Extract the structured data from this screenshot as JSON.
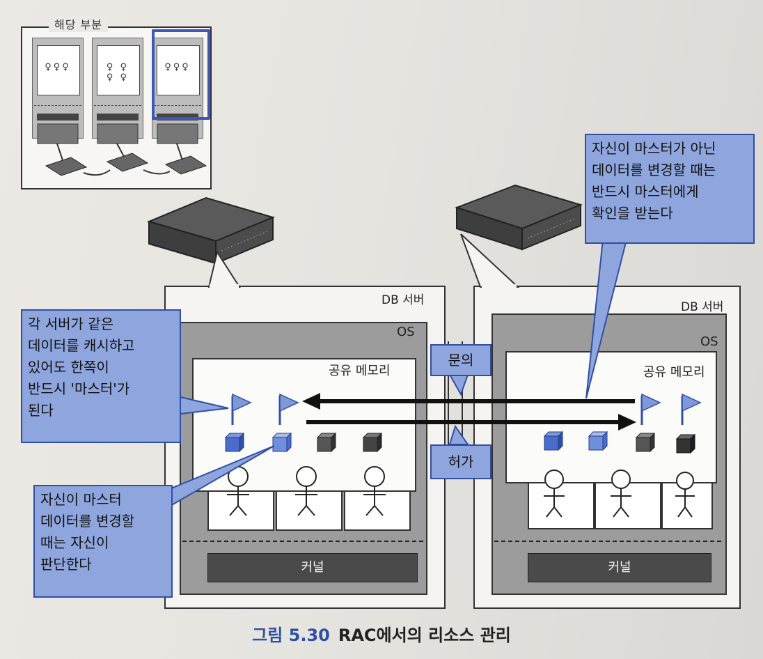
{
  "thumbnail": {
    "title": "해당 부분"
  },
  "left_server": {
    "label": "DB 서버",
    "os_label": "OS",
    "shared_memory_label": "공유 메모리",
    "kernel_label": "커널"
  },
  "right_server": {
    "label": "DB 서버",
    "os_label": "OS",
    "shared_memory_label": "공유 메모리",
    "kernel_label": "커널"
  },
  "tags": {
    "query": "문의",
    "permission": "허가"
  },
  "callouts": {
    "master_cache": [
      "각 서버가 같은",
      "데이터를 캐시하고",
      "있어도 한쪽이",
      "반드시 '마스터'가",
      "된다"
    ],
    "self_decide": [
      "자신이 마스터",
      "데이터를 변경할",
      "때는 자신이",
      "판단한다"
    ],
    "ask_master": [
      "자신이 마스터가 아닌",
      "데이터를 변경할 때는",
      "반드시 마스터에게",
      "확인을 받는다"
    ]
  },
  "caption": {
    "number": "그림 5.30",
    "title": "RAC에서의 리소스 관리"
  },
  "colors": {
    "accent": "#2f4fa5",
    "callout_fill": "#8ea5dd",
    "os_gray": "#9c9c9c",
    "kernel": "#4a4a4a"
  }
}
